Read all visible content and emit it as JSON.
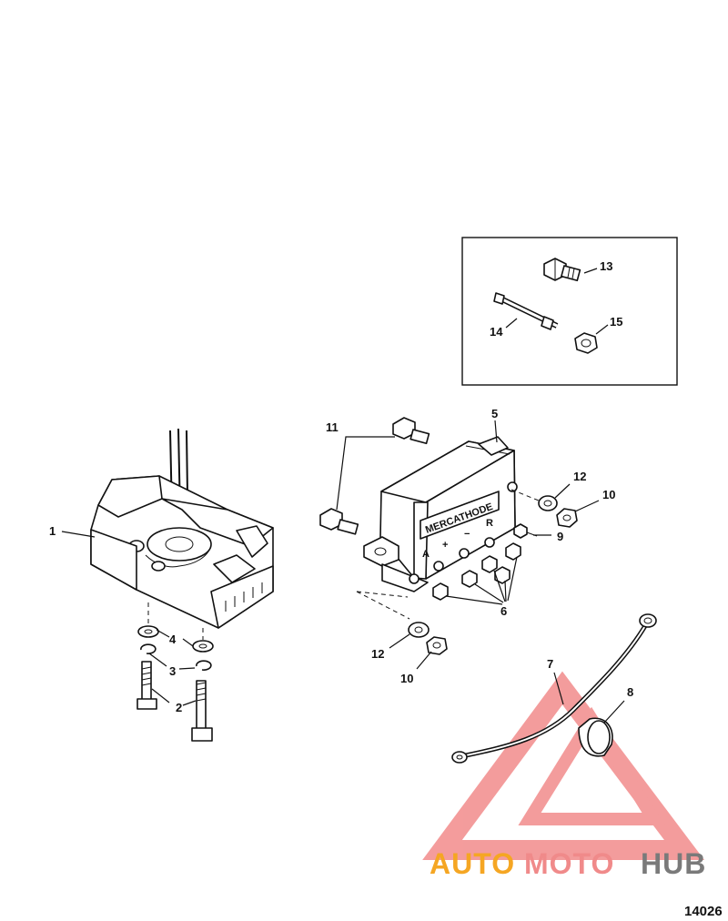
{
  "callouts": {
    "c1": "1",
    "c2": "2",
    "c3": "3",
    "c4": "4",
    "c5": "5",
    "c6": "6",
    "c7": "7",
    "c8": "8",
    "c9": "9",
    "c10a": "10",
    "c10b": "10",
    "c11": "11",
    "c12a": "12",
    "c12b": "12",
    "c13": "13",
    "c14": "14",
    "c15": "15"
  },
  "part_label": "MERCATHODE",
  "terminals": {
    "a": "A",
    "plus": "+",
    "minus": "−",
    "r": "R"
  },
  "figure_id": "14026",
  "watermark": {
    "part1": "AUTO",
    "part2": "MOTO",
    "part3": "HUB",
    "color_primary": "#f5a623",
    "color_secondary": "#f08a8a",
    "color_dark": "#7a7a7a"
  }
}
